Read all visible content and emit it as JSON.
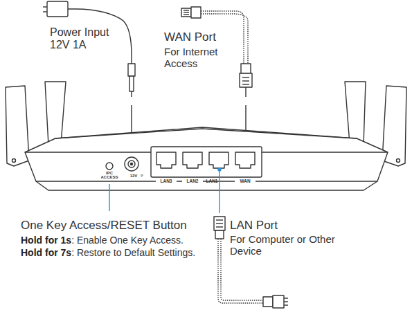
{
  "diagram": {
    "labels": [
      "Power Input 12V 1A",
      "WAN Port",
      "For Internet Access",
      "One Key Access/RESET Button",
      "Hold for 1s",
      ": Enable One Key Access.",
      "Hold for 7s",
      ": Restore to Default Settings.",
      "LAN Port",
      "For Computer or Other Device",
      "IPC ACCESS",
      "12V",
      "LAN3",
      "LAN2",
      "LAN1",
      "WAN"
    ]
  }
}
